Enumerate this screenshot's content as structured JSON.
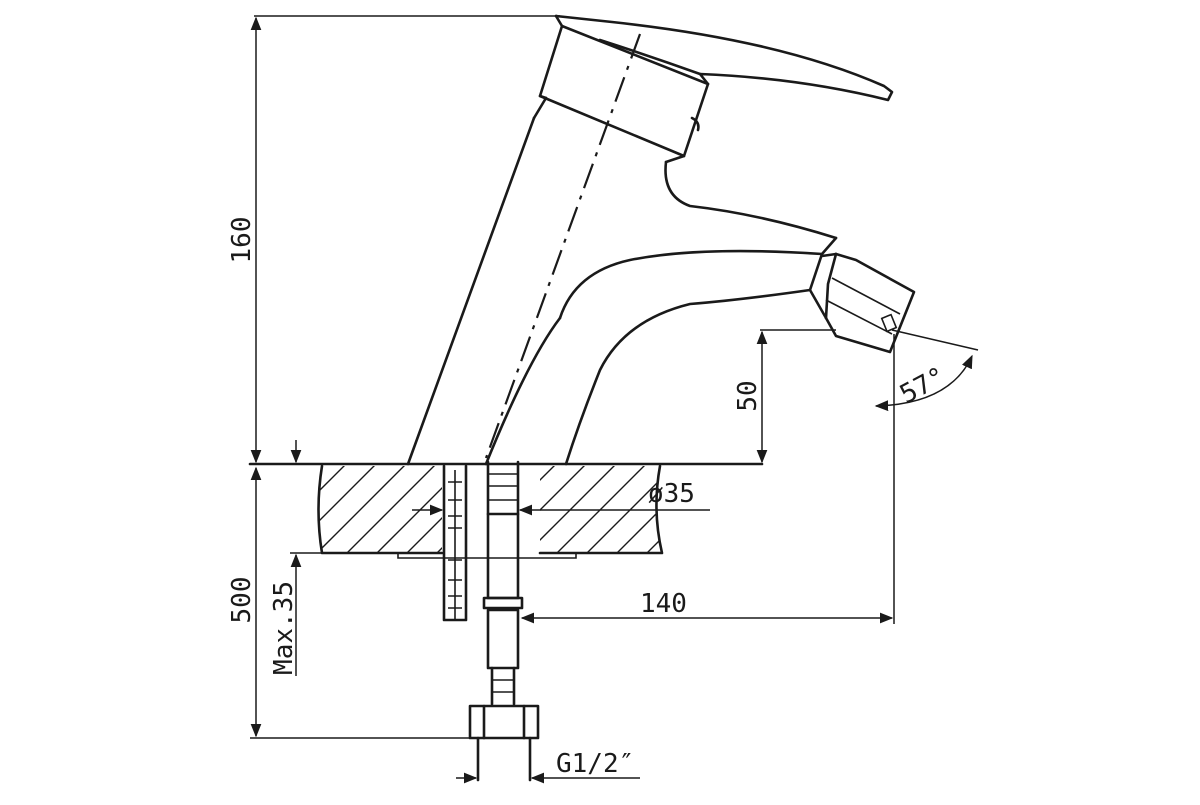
{
  "dimensions": {
    "overall_height": "160",
    "spout_height": "50",
    "hole_diameter": "ø35",
    "reach": "140",
    "hose_length": "500",
    "max_deck_thickness": "Max.35",
    "thread": "G1/2″",
    "angle": "57°"
  },
  "colors": {
    "line": "#1a1a1a",
    "background": "#ffffff"
  }
}
